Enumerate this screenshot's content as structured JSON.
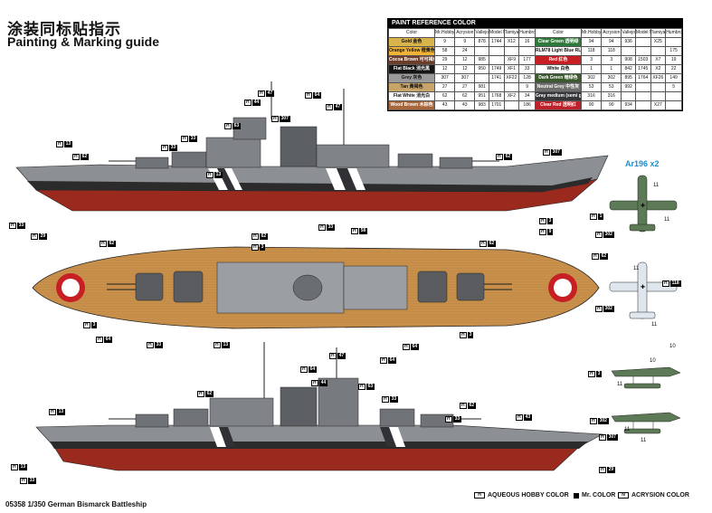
{
  "header": {
    "title_cn": "涂装同标贴指示",
    "title_en": "Painting & Marking guide"
  },
  "paint_table": {
    "heading": "PAINT REFERENCE COLOR",
    "columns": [
      "Color",
      "Mr.Hobby",
      "Acrysion",
      "Vallejo",
      "Model Master",
      "Tamiya",
      "Humbrol"
    ],
    "left": [
      {
        "name": "Gold",
        "name_cn": "金色",
        "color": "#d9b44a",
        "text": "#111",
        "hobby": "9",
        "acry": "9",
        "vallejo": "878",
        "master": "1744",
        "tamiya": "X12",
        "humbrol": "16"
      },
      {
        "name": "Orange Yellow",
        "name_cn": "橙黄色",
        "color": "#f2b236",
        "text": "#111",
        "hobby": "58",
        "acry": "24",
        "vallejo": "",
        "master": "",
        "tamiya": "",
        "humbrol": ""
      },
      {
        "name": "Cocoa Brown",
        "name_cn": "可可褐色",
        "color": "#6b3d2a",
        "text": "#fff",
        "hobby": "29",
        "acry": "12",
        "vallejo": "985",
        "master": "",
        "tamiya": "XF9",
        "humbrol": "177"
      },
      {
        "name": "Flat Black",
        "name_cn": "消光黑",
        "color": "#151515",
        "text": "#fff",
        "hobby": "12",
        "acry": "12",
        "vallejo": "950",
        "master": "1749",
        "tamiya": "XF1",
        "humbrol": "33"
      },
      {
        "name": "Grey",
        "name_cn": "灰色",
        "color": "#9a9a9a",
        "text": "#111",
        "hobby": "307",
        "acry": "307",
        "vallejo": "",
        "master": "1741",
        "tamiya": "XF22",
        "humbrol": "128"
      },
      {
        "name": "Tan",
        "name_cn": "黄褐色",
        "color": "#c8a468",
        "text": "#111",
        "hobby": "27",
        "acry": "27",
        "vallejo": "981",
        "master": "",
        "tamiya": "",
        "humbrol": "9"
      },
      {
        "name": "Flat White",
        "name_cn": "消光白",
        "color": "#ffffff",
        "text": "#111",
        "hobby": "62",
        "acry": "62",
        "vallejo": "951",
        "master": "1768",
        "tamiya": "XF2",
        "humbrol": "34"
      },
      {
        "name": "Wood Brown",
        "name_cn": "木棕色",
        "color": "#a8673b",
        "text": "#fff",
        "hobby": "43",
        "acry": "43",
        "vallejo": "983",
        "master": "1701",
        "tamiya": "",
        "humbrol": "186"
      }
    ],
    "right": [
      {
        "name": "Clear Green",
        "name_cn": "透明绿",
        "color": "#2f7a3a",
        "text": "#fff",
        "hobby": "94",
        "acry": "94",
        "vallejo": "936",
        "master": "",
        "tamiya": "X25",
        "humbrol": ""
      },
      {
        "name": "RLM78 Light Blue",
        "name_cn": "RLM78浅蓝",
        "color": "#ffffff",
        "text": "#111",
        "hobby": "118",
        "acry": "118",
        "vallejo": "",
        "master": "",
        "tamiya": "",
        "humbrol": "175"
      },
      {
        "name": "Red",
        "name_cn": "红色",
        "color": "#c71f24",
        "text": "#fff",
        "hobby": "3",
        "acry": "3",
        "vallejo": "908",
        "master": "1503",
        "tamiya": "X7",
        "humbrol": "19"
      },
      {
        "name": "White",
        "name_cn": "白色",
        "color": "#ffffff",
        "text": "#111",
        "hobby": "1",
        "acry": "1",
        "vallejo": "842",
        "master": "1745",
        "tamiya": "X2",
        "humbrol": "22"
      },
      {
        "name": "Dark Green",
        "name_cn": "暗绿色",
        "color": "#3d5a2e",
        "text": "#fff",
        "hobby": "302",
        "acry": "302",
        "vallejo": "895",
        "master": "1764",
        "tamiya": "XF26",
        "humbrol": "149"
      },
      {
        "name": "Neutral Grey",
        "name_cn": "中性灰",
        "color": "#6e6f6c",
        "text": "#fff",
        "hobby": "53",
        "acry": "53",
        "vallejo": "992",
        "master": "",
        "tamiya": "",
        "humbrol": "5"
      },
      {
        "name": "Gray medium (semi gloss)",
        "name_cn": "中灰色(半光)",
        "color": "#35363a",
        "text": "#fff",
        "hobby": "316",
        "acry": "316",
        "vallejo": "",
        "master": "",
        "tamiya": "",
        "humbrol": ""
      },
      {
        "name": "Clear Red",
        "name_cn": "透明红",
        "color": "#c0202a",
        "text": "#fff",
        "hobby": "90",
        "acry": "90",
        "vallejo": "934",
        "master": "",
        "tamiya": "X27",
        "humbrol": ""
      }
    ]
  },
  "aircraft": {
    "title": "Ar196 x2"
  },
  "labels": {
    "side_top": [
      {
        "code": "H",
        "n": "13"
      },
      {
        "code": "H",
        "n": "62"
      },
      {
        "code": "H",
        "n": "33"
      },
      {
        "code": "H",
        "n": "33"
      },
      {
        "code": "H",
        "n": "44"
      },
      {
        "code": "H",
        "n": "47"
      },
      {
        "code": "H",
        "n": "63"
      },
      {
        "code": "H",
        "n": "307"
      },
      {
        "code": "H",
        "n": "64"
      },
      {
        "code": "H",
        "n": "47"
      },
      {
        "code": "H",
        "n": "13"
      },
      {
        "code": "H",
        "n": "62"
      },
      {
        "code": "H",
        "n": "307"
      },
      {
        "code": "H",
        "n": "33"
      },
      {
        "code": "H",
        "n": "29"
      },
      {
        "code": "H",
        "n": "9"
      },
      {
        "code": "H",
        "n": "3"
      }
    ],
    "plan": [
      {
        "code": "H",
        "n": "62"
      },
      {
        "code": "H",
        "n": "3"
      },
      {
        "code": "H",
        "n": "62"
      },
      {
        "code": "H",
        "n": "33"
      },
      {
        "code": "H",
        "n": "58"
      },
      {
        "code": "H",
        "n": "62"
      },
      {
        "code": "H",
        "n": "62"
      },
      {
        "code": "H",
        "n": "64"
      },
      {
        "code": "H",
        "n": "3"
      },
      {
        "code": "H",
        "n": "13"
      },
      {
        "code": "H",
        "n": "33"
      },
      {
        "code": "H",
        "n": "64"
      },
      {
        "code": "H",
        "n": "3"
      },
      {
        "code": "H",
        "n": "64"
      }
    ],
    "side_bottom": [
      {
        "code": "H",
        "n": "13"
      },
      {
        "code": "H",
        "n": "33"
      },
      {
        "code": "H",
        "n": "64"
      },
      {
        "code": "H",
        "n": "47"
      },
      {
        "code": "H",
        "n": "44"
      },
      {
        "code": "H",
        "n": "63"
      },
      {
        "code": "H",
        "n": "33"
      },
      {
        "code": "H",
        "n": "62"
      },
      {
        "code": "H",
        "n": "13"
      },
      {
        "code": "H",
        "n": "62"
      },
      {
        "code": "H",
        "n": "33"
      },
      {
        "code": "H",
        "n": "29"
      },
      {
        "code": "H",
        "n": "307"
      },
      {
        "code": "H",
        "n": "43"
      }
    ],
    "aircraft": [
      {
        "code": "H",
        "n": "1"
      },
      {
        "code": "H",
        "n": "302"
      },
      {
        "code": "H",
        "n": "118"
      },
      {
        "code": "H",
        "n": "302"
      },
      {
        "code": "H",
        "n": "3"
      },
      {
        "code": "H",
        "n": "302"
      }
    ],
    "aircraft_nums": [
      "11",
      "11",
      "11",
      "11",
      "10",
      "10",
      "11",
      "11",
      "11"
    ]
  },
  "footer": {
    "title": "05358 1/350 German Bismarck Battleship",
    "legend_aqueous": "AQUEOUS HOBBY COLOR",
    "legend_mr": "Mr. COLOR",
    "legend_acrysion": "ACRYSION COLOR",
    "legend_h": "H",
    "legend_n": "N"
  },
  "colors": {
    "hull_grey": "#8c8f93",
    "dark_grey": "#3f4246",
    "hull_red": "#9a2a1e",
    "deck_wood": "#c8904a",
    "aircraft_green": "#5c7a55",
    "aircraft_light": "#dfe6ee"
  }
}
